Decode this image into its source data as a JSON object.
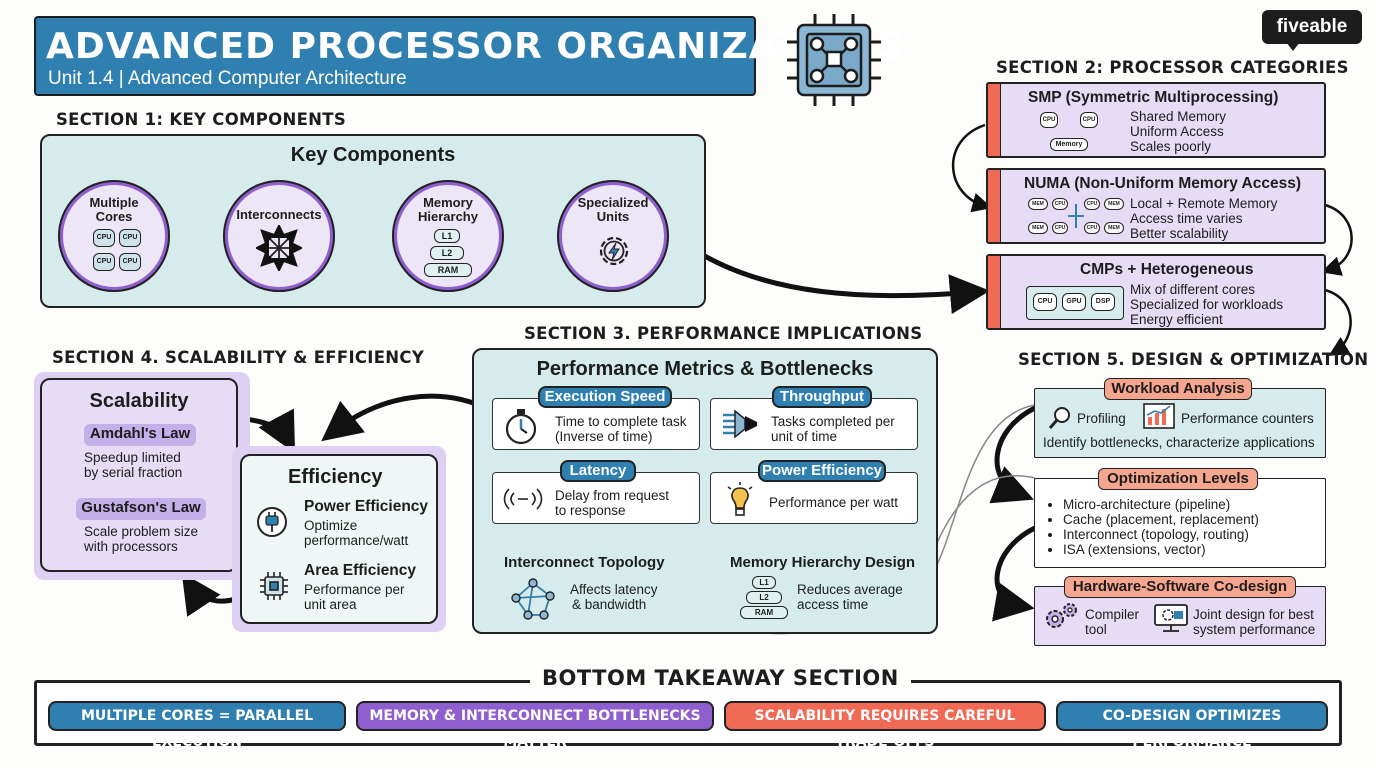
{
  "header": {
    "title": "ADVANCED PROCESSOR ORGANIZATIONS",
    "subtitle": "Unit 1.4 | Advanced Computer Architecture",
    "brand": "fiveable",
    "colors": {
      "blue": "#2f7fb0",
      "purple": "#8f5fd0",
      "coral": "#f06a55",
      "teal": "#d6ecec",
      "lavender": "#e6dcf5"
    }
  },
  "section1": {
    "heading": "SECTION 1: KEY COMPONENTS",
    "box_title": "Key Components",
    "components": [
      {
        "label_lines": [
          "Multiple",
          "Cores"
        ],
        "chips": [
          "CPU",
          "CPU",
          "CPU",
          "CPU"
        ]
      },
      {
        "label_lines": [
          "Interconnects"
        ]
      },
      {
        "label_lines": [
          "Memory",
          "Hierarchy"
        ],
        "levels": [
          "L1",
          "L2",
          "RAM"
        ]
      },
      {
        "label_lines": [
          "Specialized",
          "Units"
        ]
      }
    ]
  },
  "section2": {
    "heading": "SECTION 2: PROCESSOR CATEGORIES",
    "smp": {
      "title": "SMP (Symmetric Multiprocessing)",
      "cpu": "CPU",
      "memory": "Memory",
      "points": [
        "Shared Memory",
        "Uniform Access",
        "Scales poorly"
      ]
    },
    "numa": {
      "title": "NUMA (Non-Uniform Memory Access)",
      "mem": "MEM",
      "cpu": "CPU",
      "points": [
        "Local + Remote Memory",
        "Access time varies",
        "Better scalability"
      ]
    },
    "cmp": {
      "title": "CMPs + Heterogeneous",
      "chips": [
        "CPU",
        "GPU",
        "DSP"
      ],
      "points": [
        "Mix of different cores",
        "Specialized for workloads",
        "Energy efficient"
      ]
    }
  },
  "section3": {
    "heading": "SECTION 3. PERFORMANCE IMPLICATIONS",
    "box_title": "Performance Metrics & Bottlenecks",
    "metrics": [
      {
        "title": "Execution Speed",
        "lines": [
          "Time to complete task",
          "(Inverse of time)"
        ]
      },
      {
        "title": "Throughput",
        "lines": [
          "Tasks completed per",
          "unit of time"
        ]
      },
      {
        "title": "Latency",
        "lines": [
          "Delay from request",
          "to response"
        ]
      },
      {
        "title": "Power Efficiency",
        "lines": [
          "Performance per watt"
        ]
      }
    ],
    "topology": {
      "title": "Interconnect Topology",
      "lines": [
        "Affects latency",
        "& bandwidth"
      ]
    },
    "hierarchy": {
      "title": "Memory Hierarchy Design",
      "levels": [
        "L1",
        "L2",
        "RAM"
      ],
      "lines": [
        "Reduces average",
        "access time"
      ]
    }
  },
  "section4": {
    "heading": "SECTION 4. SCALABILITY & EFFICIENCY",
    "scalability": {
      "title": "Scalability",
      "amdahl": {
        "title": "Amdahl's Law",
        "lines": [
          "Speedup limited",
          "by serial fraction"
        ]
      },
      "gustafson": {
        "title": "Gustafson's Law",
        "lines": [
          "Scale problem size",
          "with processors"
        ]
      }
    },
    "efficiency": {
      "title": "Efficiency",
      "power": {
        "title": "Power Efficiency",
        "lines": [
          "Optimize",
          "performance/watt"
        ]
      },
      "area": {
        "title": "Area Efficiency",
        "lines": [
          "Performance per",
          "unit area"
        ]
      }
    }
  },
  "section5": {
    "heading": "SECTION 5. DESIGN & OPTIMIZATION",
    "workload": {
      "title": "Workload Analysis",
      "profiling": "Profiling",
      "counters": "Performance counters",
      "summary": "Identify bottlenecks, characterize applications"
    },
    "levels": {
      "title": "Optimization Levels",
      "items": [
        "Micro-architecture (pipeline)",
        "Cache (placement, replacement)",
        "Interconnect (topology, routing)",
        "ISA (extensions, vector)"
      ]
    },
    "codesign": {
      "title": "Hardware-Software Co-design",
      "compiler_lines": [
        "Compiler",
        "tool"
      ],
      "joint_lines": [
        "Joint design for best",
        "system performance"
      ]
    }
  },
  "takeaway": {
    "heading": "BOTTOM TAKEAWAY SECTION",
    "pills": [
      {
        "label": "MULTIPLE CORES = PARALLEL EXECUTION",
        "color": "#2f7fb0"
      },
      {
        "label": "MEMORY & INTERCONNECT BOTTLENECKS MATTER",
        "color": "#8f5fd0"
      },
      {
        "label": "SCALABILITY REQUIRES CAREFUL TRADE-OFFS",
        "color": "#f06a55"
      },
      {
        "label": "CO-DESIGN OPTIMIZES PERFORMANCE",
        "color": "#2f7fb0"
      }
    ]
  }
}
